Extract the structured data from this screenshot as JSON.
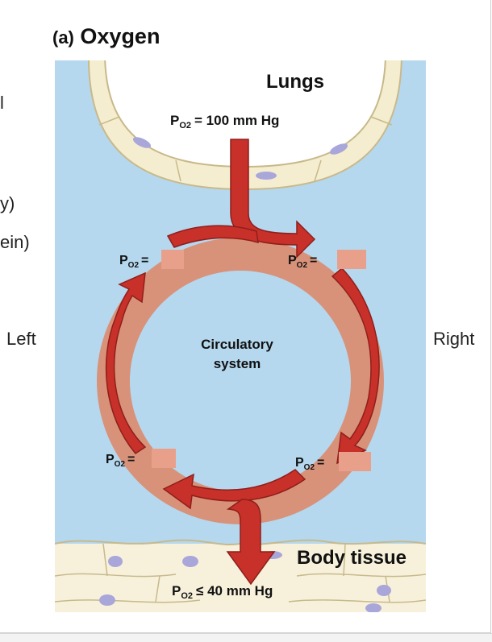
{
  "title": {
    "part": "(a)",
    "label": "Oxygen"
  },
  "edge_fragments": {
    "line1": "l",
    "line2": "y)",
    "line3": "ein)"
  },
  "side_labels": {
    "left": "Left",
    "right": "Right"
  },
  "diagram": {
    "top_label": "Lungs",
    "top_pressure": "= 100 mm Hg",
    "center_line1": "Circulatory",
    "center_line2": "system",
    "bottom_label": "Body tissue",
    "bottom_pressure": "≤ 40 mm Hg",
    "po2_symbol": "P",
    "po2_sub": "O2",
    "blank_eq": "="
  },
  "colors": {
    "background_blue": "#b5d8ef",
    "ring": "#d8927a",
    "arrow": "#c8302a",
    "blank_box": "#e9a08a",
    "tissue_cell": "#f7f1dc",
    "nucleus": "#a9a6da"
  }
}
